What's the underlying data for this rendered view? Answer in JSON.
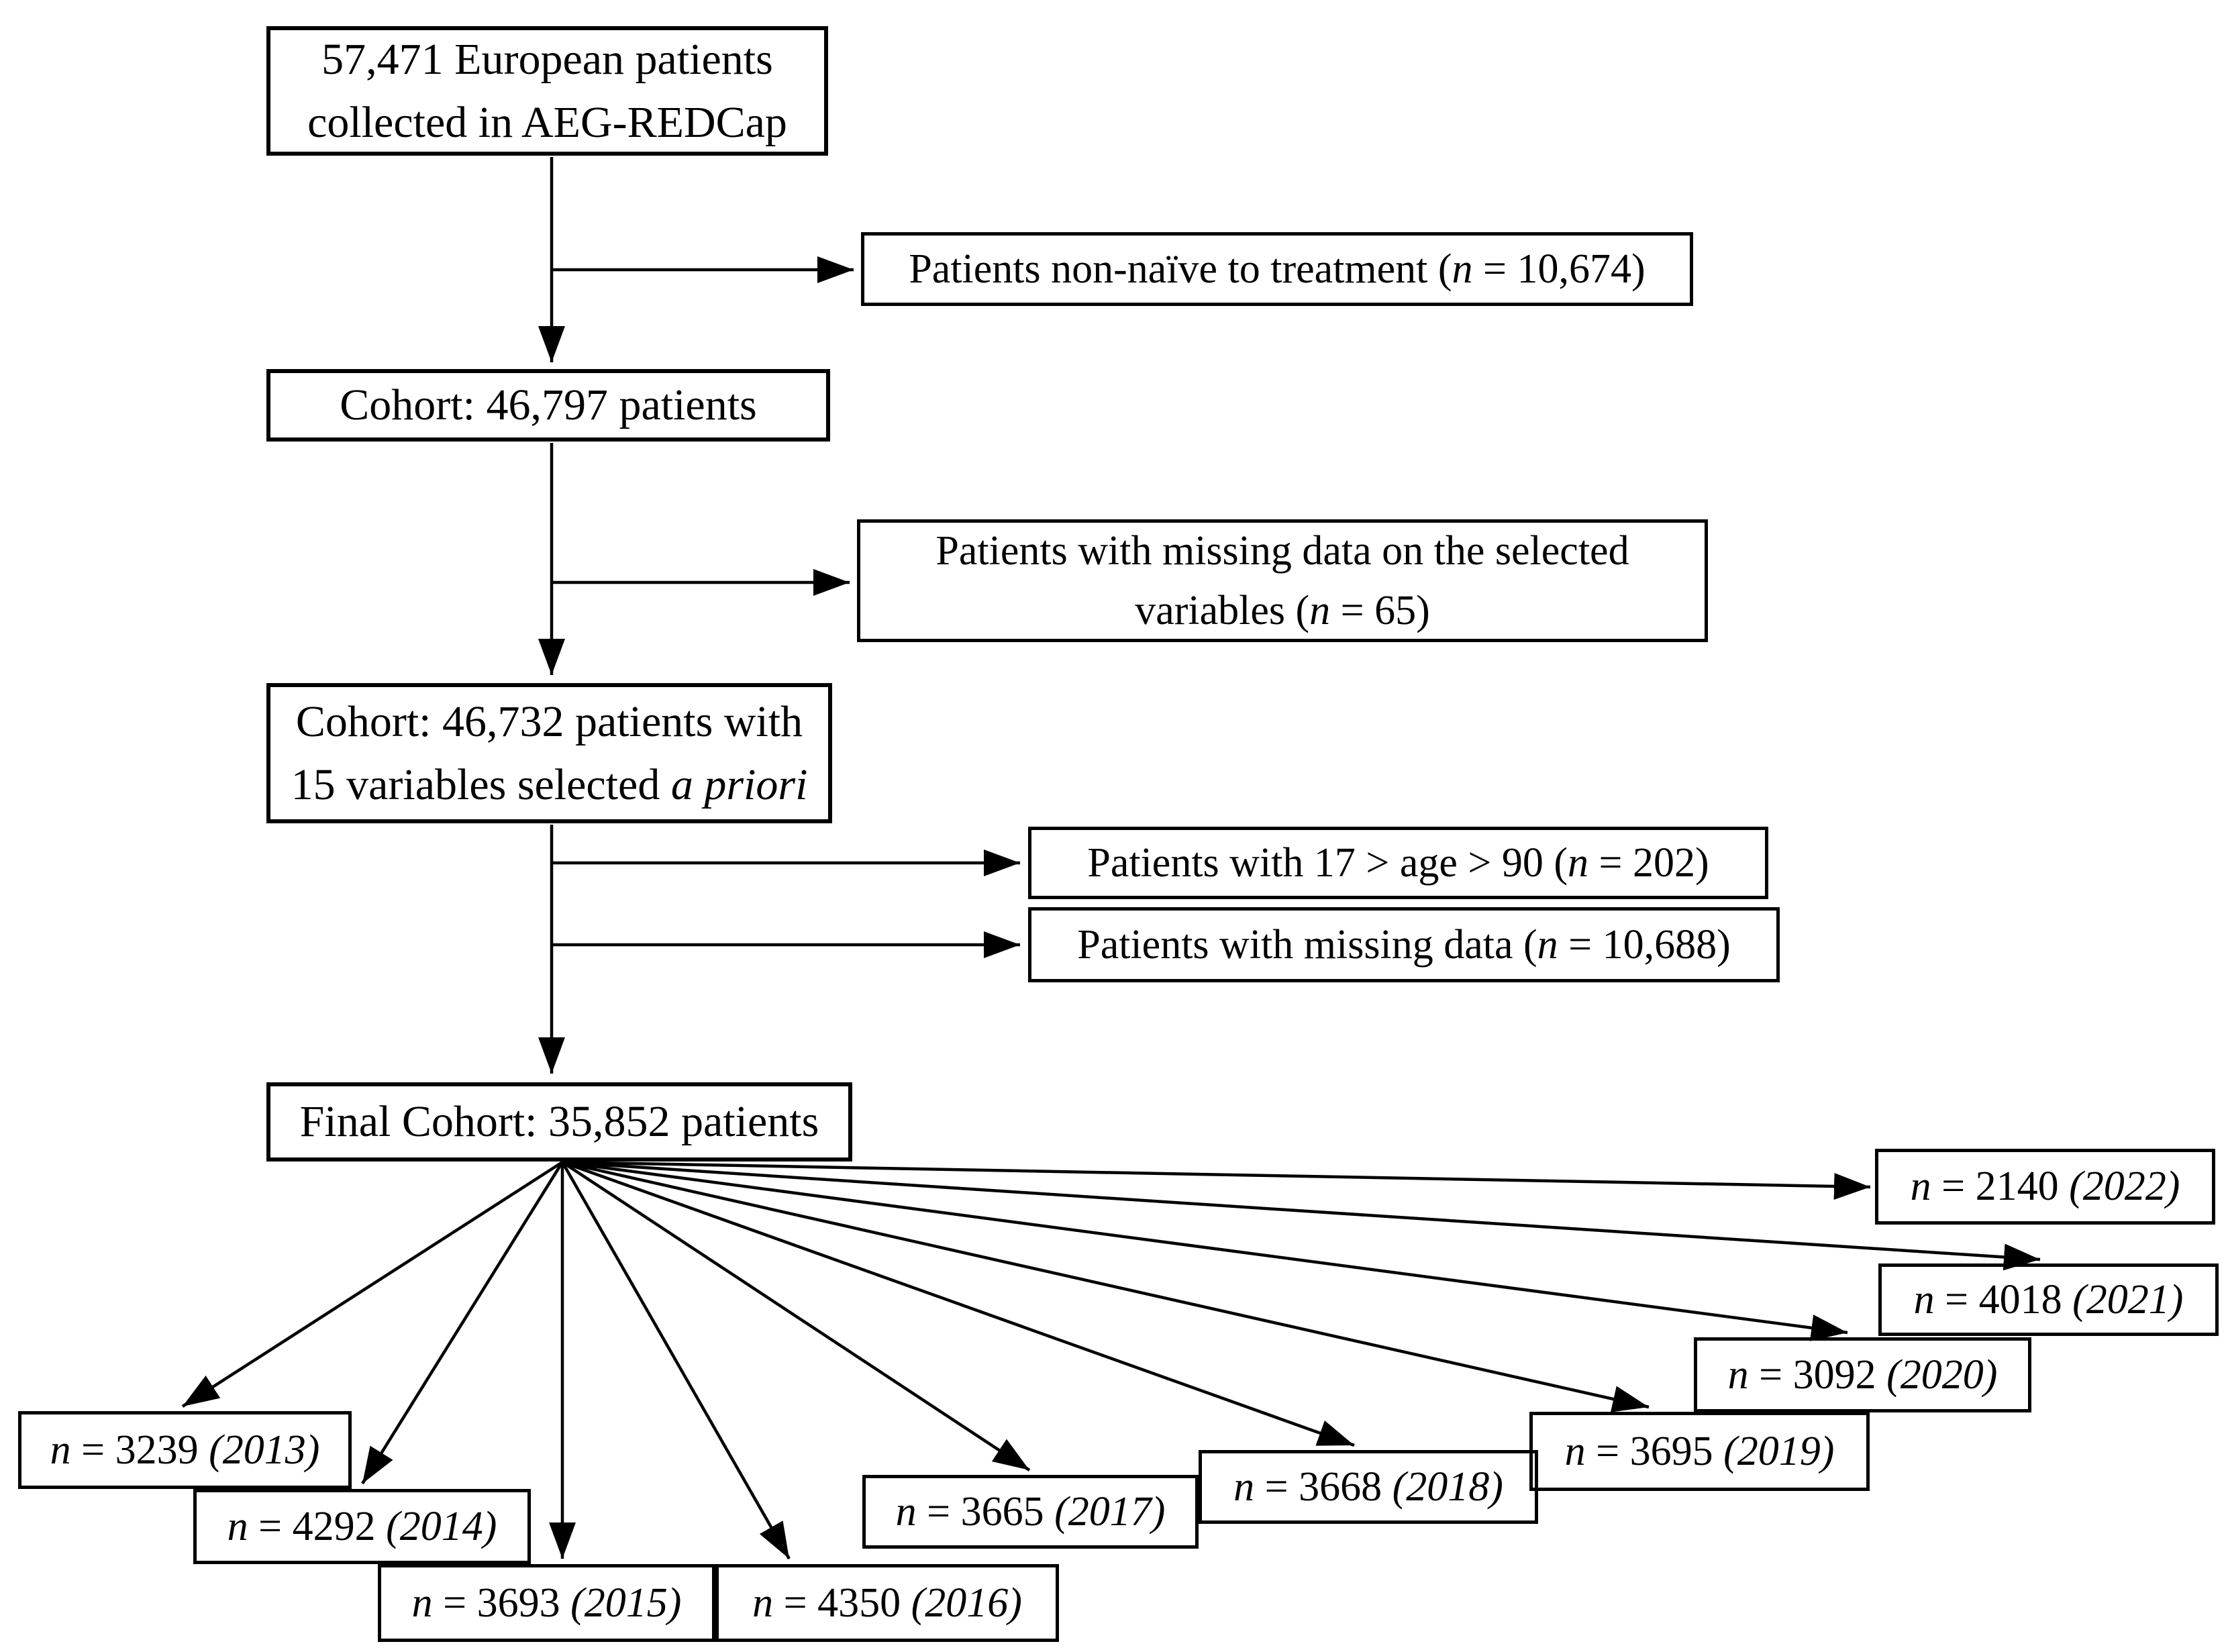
{
  "figure": {
    "type": "patient-flow-diagram",
    "background": "#ffffff",
    "line_color": "#000000",
    "text_color": "#000000"
  },
  "boxes": {
    "initial": {
      "lines": [
        [
          "57,471 European patients"
        ],
        [
          "collected in AEG-REDCap"
        ]
      ],
      "n": "57,471"
    },
    "non_naive": {
      "lines": [
        [
          "Patients non-naïve to treatment (",
          {
            "t": "n",
            "i": true
          },
          " = 10,674)"
        ]
      ],
      "n": "10,674"
    },
    "cohort_46797": {
      "lines": [
        [
          "Cohort: 46,797 patients"
        ]
      ],
      "n": "46,797"
    },
    "missing_selected": {
      "lines": [
        [
          "Patients with missing data on the selected"
        ],
        [
          "variables (",
          {
            "t": "n",
            "i": true
          },
          " = 65)"
        ]
      ],
      "n": "65"
    },
    "cohort_46732": {
      "lines": [
        [
          "Cohort: 46,732 patients with"
        ],
        [
          "15 variables selected ",
          {
            "t": "a priori",
            "i": true
          }
        ]
      ],
      "n": "46,732"
    },
    "age_range": {
      "lines": [
        [
          "Patients with 17 > age > 90 (",
          {
            "t": "n",
            "i": true
          },
          " = 202)"
        ]
      ],
      "n": "202"
    },
    "missing_data": {
      "lines": [
        [
          "Patients with missing data (",
          {
            "t": "n",
            "i": true
          },
          " = 10,688)"
        ]
      ],
      "n": "10,688"
    },
    "final": {
      "lines": [
        [
          "Final Cohort: 35,852 patients"
        ]
      ],
      "n": "35,852"
    },
    "years": [
      {
        "year": "2013",
        "n": "3239",
        "lines": [
          [
            {
              "t": "n",
              "i": true
            },
            " = 3239 ",
            {
              "t": "(2013)",
              "i": true
            }
          ]
        ]
      },
      {
        "year": "2014",
        "n": "4292",
        "lines": [
          [
            {
              "t": "n",
              "i": true
            },
            " = 4292 ",
            {
              "t": "(2014)",
              "i": true
            }
          ]
        ]
      },
      {
        "year": "2015",
        "n": "3693",
        "lines": [
          [
            {
              "t": "n",
              "i": true
            },
            " = 3693 ",
            {
              "t": "(2015)",
              "i": true
            }
          ]
        ]
      },
      {
        "year": "2016",
        "n": "4350",
        "lines": [
          [
            {
              "t": "n",
              "i": true
            },
            " = 4350 ",
            {
              "t": "(2016)",
              "i": true
            }
          ]
        ]
      },
      {
        "year": "2017",
        "n": "3665",
        "lines": [
          [
            {
              "t": "n",
              "i": true
            },
            " = 3665 ",
            {
              "t": "(2017)",
              "i": true
            }
          ]
        ]
      },
      {
        "year": "2018",
        "n": "3668",
        "lines": [
          [
            {
              "t": "n",
              "i": true
            },
            " = 3668 ",
            {
              "t": "(2018)",
              "i": true
            }
          ]
        ]
      },
      {
        "year": "2019",
        "n": "3695",
        "lines": [
          [
            {
              "t": "n",
              "i": true
            },
            " = 3695 ",
            {
              "t": "(2019)",
              "i": true
            }
          ]
        ]
      },
      {
        "year": "2020",
        "n": "3092",
        "lines": [
          [
            {
              "t": "n",
              "i": true
            },
            " = 3092 ",
            {
              "t": "(2020)",
              "i": true
            }
          ]
        ]
      },
      {
        "year": "2021",
        "n": "4018",
        "lines": [
          [
            {
              "t": "n",
              "i": true
            },
            " = 4018 ",
            {
              "t": "(2021)",
              "i": true
            }
          ]
        ]
      },
      {
        "year": "2022",
        "n": "2140",
        "lines": [
          [
            {
              "t": "n",
              "i": true
            },
            " = 2140 ",
            {
              "t": "(2022)",
              "i": true
            }
          ]
        ]
      }
    ]
  }
}
